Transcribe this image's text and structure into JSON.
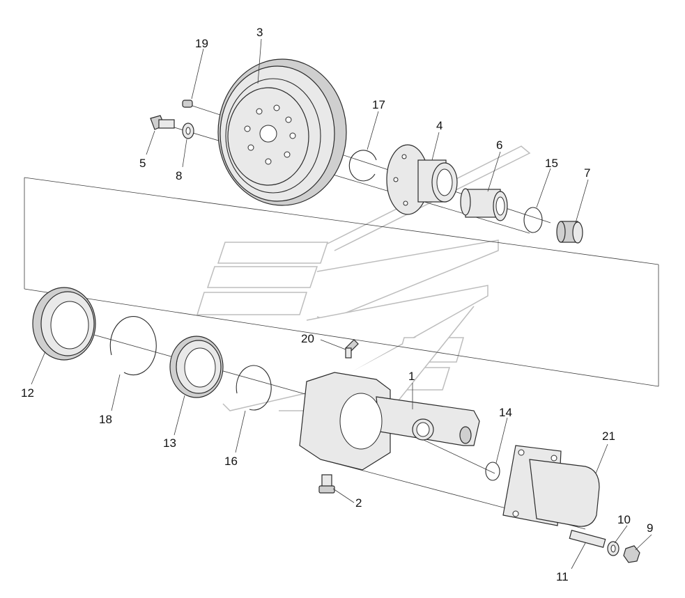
{
  "labels": {
    "l1": "1",
    "l2": "2",
    "l3": "3",
    "l4": "4",
    "l5": "5",
    "l6": "6",
    "l7": "7",
    "l8": "8",
    "l9": "9",
    "l10": "10",
    "l11": "11",
    "l12": "12",
    "l13": "13",
    "l14": "14",
    "l15": "15",
    "l16": "16",
    "l17": "17",
    "l18": "18",
    "l19": "19",
    "l20": "20",
    "l21": "21"
  },
  "colors": {
    "line": "#2a2a2a",
    "fill": "#e9e9e9",
    "watermark": "#bdbdbd"
  }
}
